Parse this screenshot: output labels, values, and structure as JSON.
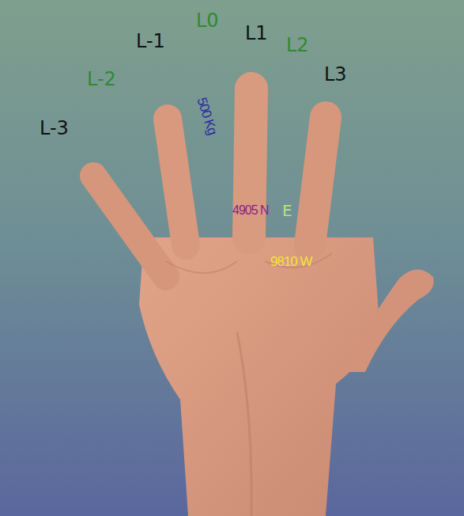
{
  "diagram": {
    "labels": [
      "L-3",
      "L-2",
      "L-1",
      "L0",
      "L1",
      "L2",
      "L3",
      "500 Kg",
      "4905 N",
      "E",
      "9810 W"
    ]
  }
}
